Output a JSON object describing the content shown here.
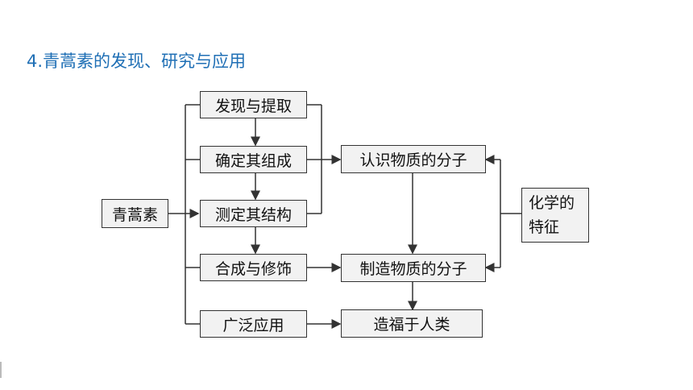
{
  "title": "4.青蒿素的发现、研究与应用",
  "nodes": {
    "qinghaosu": "青蒿素",
    "discover": "发现与提取",
    "determine": "确定其组成",
    "measure": "测定其结构",
    "synthesize": "合成与修饰",
    "apply": "广泛应用",
    "know": "认识物质的分子",
    "make": "制造物质的分子",
    "benefit": "造福于人类",
    "chem_line1": "化学的",
    "chem_line2": "特征"
  },
  "colors": {
    "title": "#1f6fb5",
    "box_fill": "#f2f2f2",
    "stroke": "#333333"
  }
}
